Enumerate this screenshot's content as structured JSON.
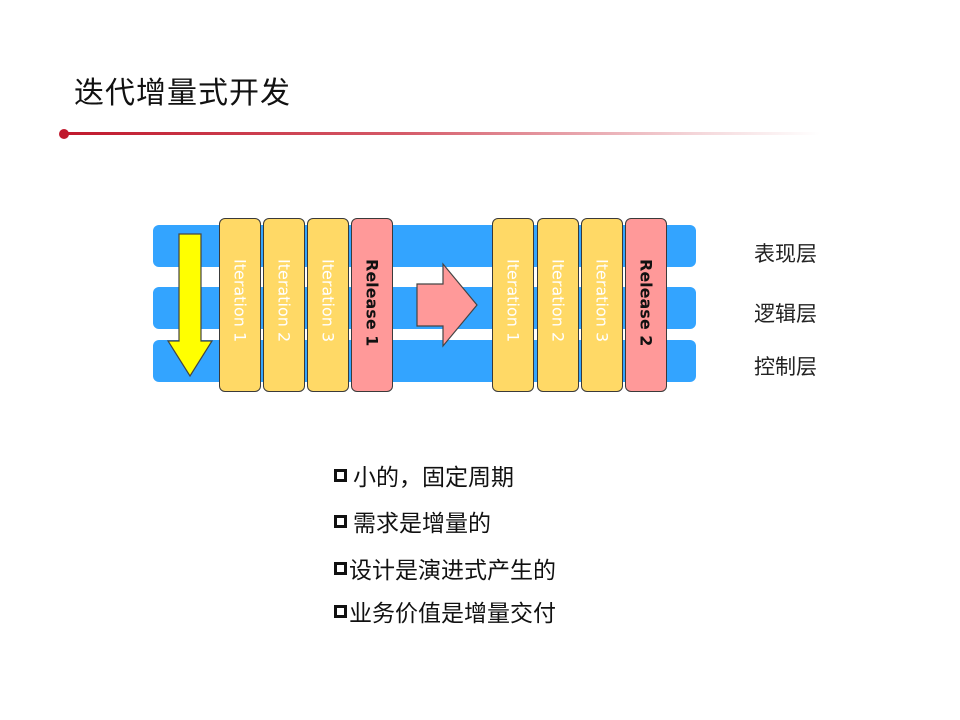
{
  "title": "迭代增量式开发",
  "diagram": {
    "layers": [
      "表现层",
      "逻辑层",
      "控制层"
    ],
    "group1": [
      {
        "label": "Iteration 1",
        "kind": "iteration"
      },
      {
        "label": "Iteration 2",
        "kind": "iteration"
      },
      {
        "label": "Iteration 3",
        "kind": "iteration"
      },
      {
        "label": "Release 1",
        "kind": "release"
      }
    ],
    "group2": [
      {
        "label": "Iteration 1",
        "kind": "iteration"
      },
      {
        "label": "Iteration 2",
        "kind": "iteration"
      },
      {
        "label": "Iteration 3",
        "kind": "iteration"
      },
      {
        "label": "Release 2",
        "kind": "release"
      }
    ],
    "icons": [
      "down-arrow-icon",
      "right-arrow-icon"
    ],
    "colors": {
      "layer_band": "#33a4ff",
      "iteration": "#ffd966",
      "release": "#ff9999",
      "down_arrow": "#ffff00",
      "right_arrow": "#ff9999",
      "accent": "#c0182c"
    }
  },
  "bullets": [
    {
      "text": " 小的，固定周期"
    },
    {
      "text": " 需求是增量的"
    },
    {
      "text": "设计是演进式产生的"
    },
    {
      "text": "业务价值是增量交付"
    }
  ]
}
